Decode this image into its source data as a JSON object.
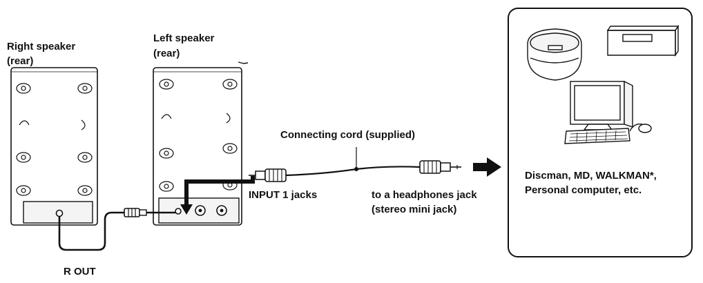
{
  "labels": {
    "right_speaker": "Right speaker",
    "right_speaker_sub": "(rear)",
    "left_speaker": "Left speaker",
    "left_speaker_sub": "(rear)",
    "connecting_cord": "Connecting cord (supplied)",
    "input_jacks": "INPUT 1 jacks",
    "headphones_line1": "to a headphones jack",
    "headphones_line2": "(stereo mini jack)",
    "devices_line1": "Discman, MD, WALKMAN*,",
    "devices_line2": "Personal computer, etc.",
    "r_out": "R OUT"
  },
  "devices_icons": [
    "cd-player-icon",
    "md-player-icon",
    "personal-computer-icon"
  ],
  "colors": {
    "ink": "#111111",
    "paper": "#ffffff",
    "panel": "#f4f4f4"
  }
}
